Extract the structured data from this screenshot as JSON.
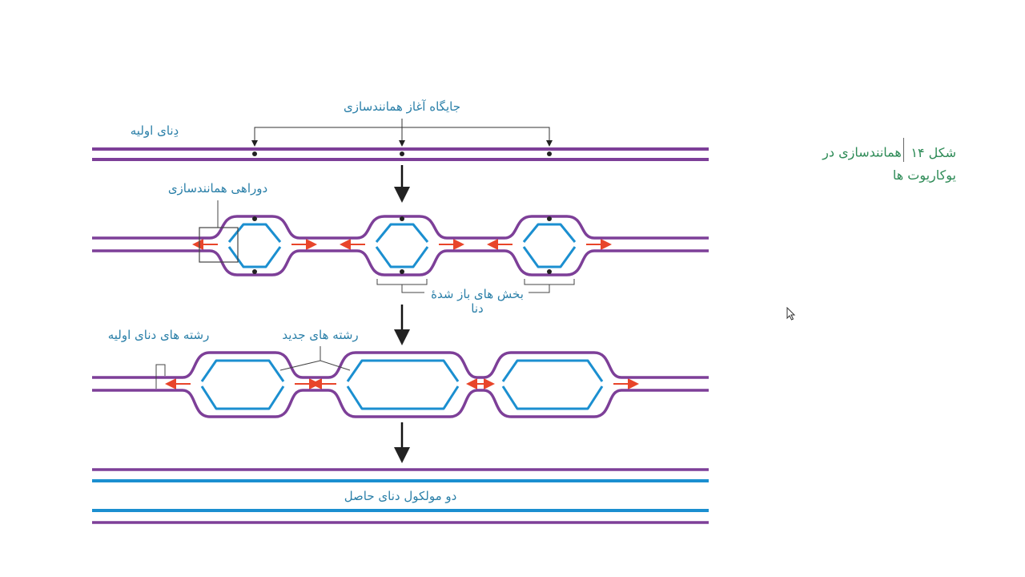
{
  "labels": {
    "origin": "جایگاه آغاز همانندسازی",
    "parent_dna": "دِنای اولیه",
    "replication_fork": "دوراهی همانندسازی",
    "unwound_line1": "بخش های باز شدۀ",
    "unwound_line2": "دنا",
    "parent_strands": "رشته های دنای اولیه",
    "new_strands": "رشته های جدید",
    "result": "دو مولکول دنای حاصل"
  },
  "caption": {
    "figure": "شکل ۱۴",
    "text_line1": "همانندسازی در",
    "text_line2": "یوکاریوت ها"
  },
  "colors": {
    "parent_strand": "#7d3f98",
    "new_strand": "#1b8fd0",
    "fork_arrow": "#e8452a",
    "label": "#2a7fa8",
    "caption": "#2e8b57"
  }
}
